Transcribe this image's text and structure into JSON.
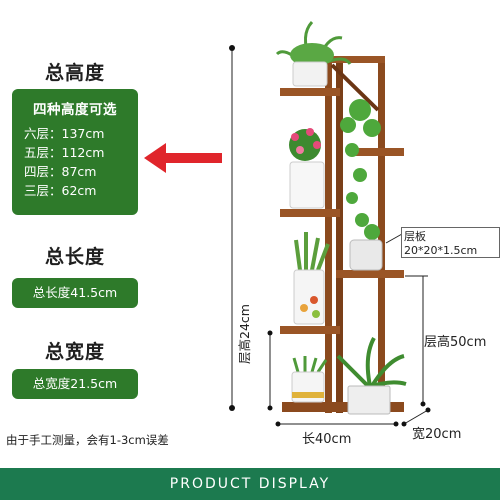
{
  "height_section": {
    "heading": "总高度",
    "box_title": "四种高度可选",
    "rows": [
      "六层：137cm",
      "五层：112cm",
      "四层：87cm",
      "三层：62cm"
    ]
  },
  "length_section": {
    "heading": "总长度",
    "value": "总长度41.5cm"
  },
  "width_section": {
    "heading": "总宽度",
    "value": "总宽度21.5cm"
  },
  "note": "由于手工测量，会有1-3cm误差",
  "annotations": {
    "shelf_board": "层板20*20*1.5cm",
    "layer_height_right": "层高50cm",
    "layer_height_left": "层高24cm",
    "length": "长40cm",
    "width": "宽20cm"
  },
  "footer": "PRODUCT DISPLAY",
  "colors": {
    "green": "#2e7a2a",
    "footer_green": "#1c7a4f",
    "arrow_red": "#e0252b",
    "wood": "#8b4a1e"
  }
}
